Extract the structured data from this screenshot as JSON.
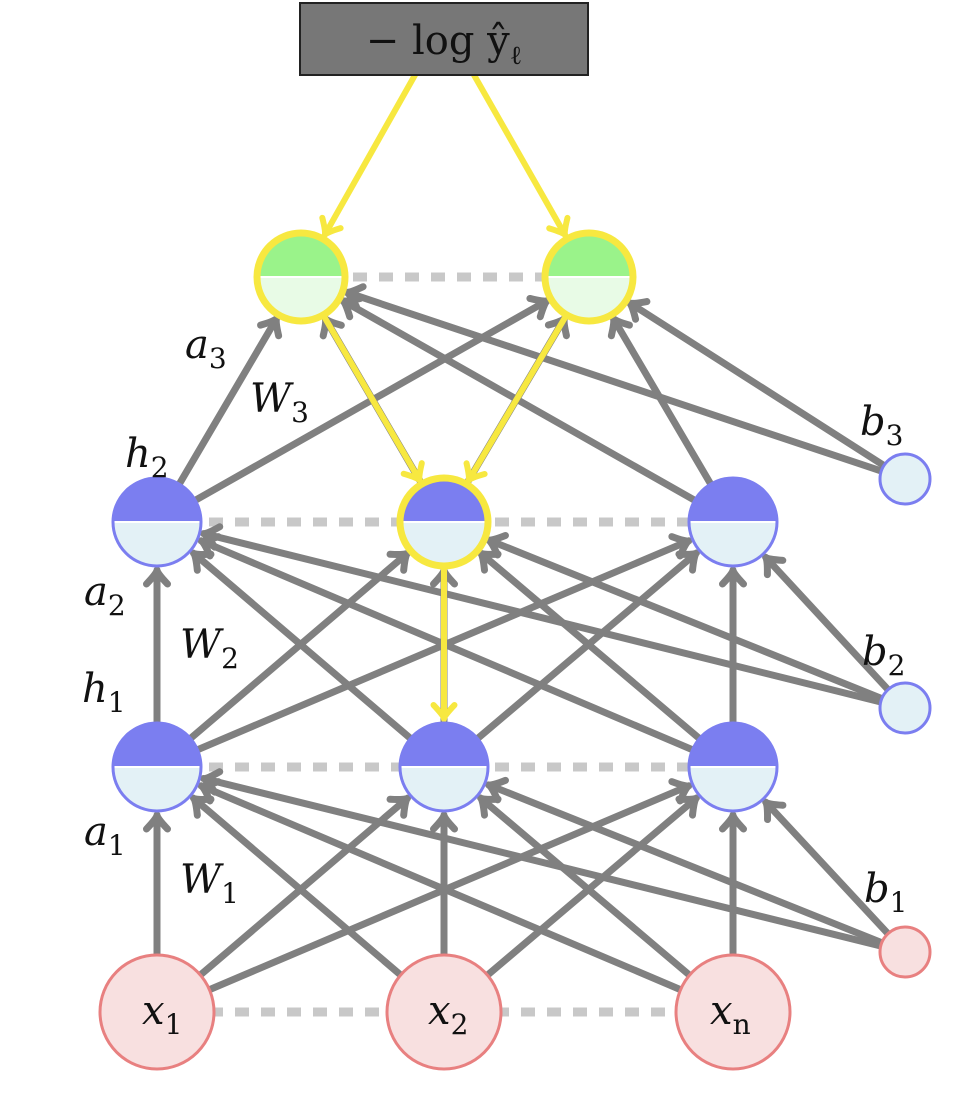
{
  "loss": {
    "text": "− log ŷ",
    "subscript": "ℓ",
    "box_color": "#777777"
  },
  "colors": {
    "edge": "#808080",
    "highlight": "#f7e840",
    "hidden_top": "#7b7ef0",
    "hidden_bottom": "#e3f1f6",
    "hidden_stroke": "#7b7ef0",
    "output_top": "#9af38a",
    "output_bottom": "#e8fbe6",
    "input_fill": "#f8e0e0",
    "input_stroke": "#e88080",
    "bias_hidden_fill": "#e3f1f6",
    "bias_hidden_stroke": "#7b7ef0",
    "bias_input_fill": "#f8e0e0",
    "bias_input_stroke": "#e88080",
    "dots": "#c8c8c8"
  },
  "inputs": [
    {
      "main": "x",
      "sub": "1"
    },
    {
      "main": "x",
      "sub": "2"
    },
    {
      "main": "x",
      "sub": "n"
    }
  ],
  "biases": [
    {
      "main": "b",
      "sub": "1"
    },
    {
      "main": "b",
      "sub": "2"
    },
    {
      "main": "b",
      "sub": "3"
    }
  ],
  "layer_labels": {
    "a1": {
      "main": "a",
      "sub": "1"
    },
    "a2": {
      "main": "a",
      "sub": "2"
    },
    "a3": {
      "main": "a",
      "sub": "3"
    },
    "h1": {
      "main": "h",
      "sub": "1"
    },
    "h2": {
      "main": "h",
      "sub": "2"
    },
    "W1": {
      "main": "W",
      "sub": "1"
    },
    "W2": {
      "main": "W",
      "sub": "2"
    },
    "W3": {
      "main": "W",
      "sub": "3"
    }
  },
  "highlight": {
    "loss_to_outputs": [
      0,
      1
    ],
    "outputs_to_hidden2": [
      1
    ],
    "hidden2_to_hidden1": [
      [
        1,
        1
      ]
    ]
  }
}
